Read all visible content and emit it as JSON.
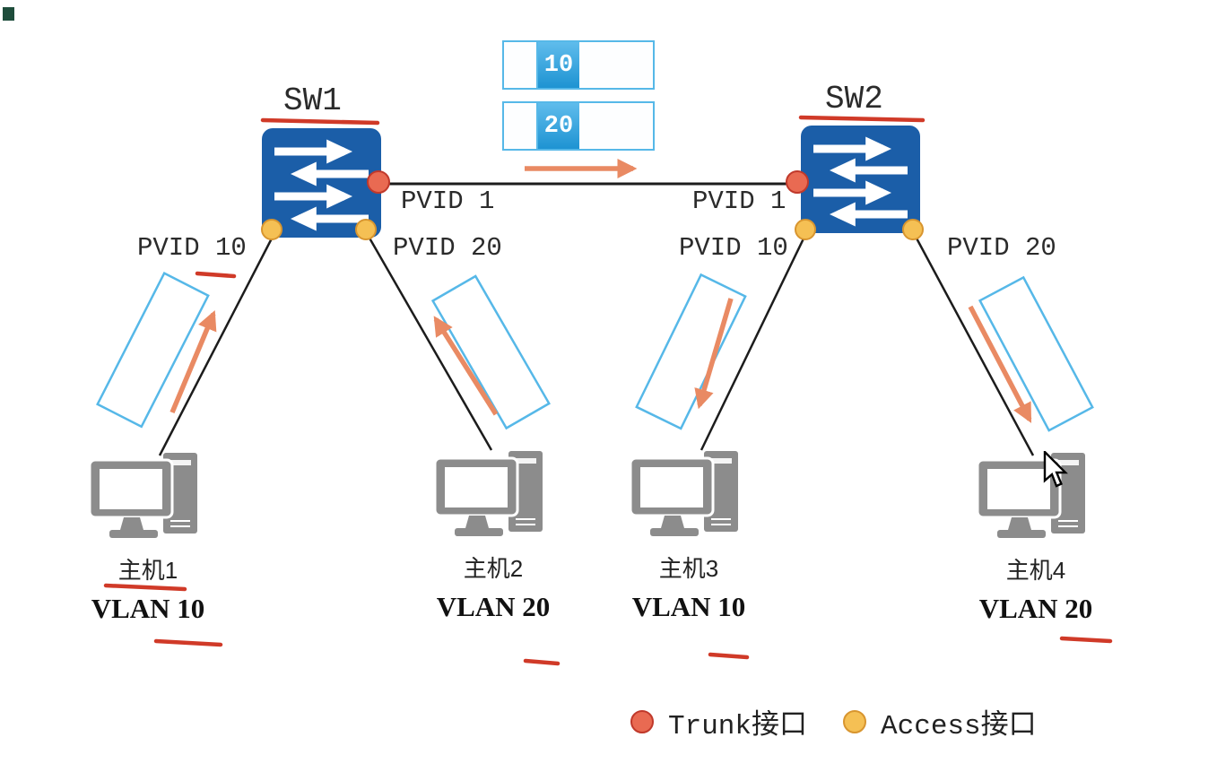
{
  "colors": {
    "switch_blue": "#1b5ea8",
    "frame_border": "#56b8e8",
    "tag_blue": "#1e93d2",
    "arrow_orange": "#e98a63",
    "trunk_port_fill": "#e96a52",
    "trunk_port_border": "#c0392b",
    "access_port_fill": "#f5c054",
    "access_port_border": "#d8952f",
    "annotation_red": "#d03a28",
    "line_black": "#1c1c1c",
    "host_gray": "#8c8c8c"
  },
  "switches": [
    {
      "id": "sw1",
      "label": "SW1"
    },
    {
      "id": "sw2",
      "label": "SW2"
    }
  ],
  "trunk": {
    "pvid_left": "PVID 1",
    "pvid_right": "PVID 1"
  },
  "access_ports": [
    {
      "label": "PVID 10"
    },
    {
      "label": "PVID 20"
    },
    {
      "label": "PVID 10"
    },
    {
      "label": "PVID 20"
    }
  ],
  "tagged_frames": [
    {
      "tag": "10"
    },
    {
      "tag": "20"
    }
  ],
  "hosts": [
    {
      "name": "主机1",
      "vlan": "VLAN 10"
    },
    {
      "name": "主机2",
      "vlan": "VLAN 20"
    },
    {
      "name": "主机3",
      "vlan": "VLAN 10"
    },
    {
      "name": "主机4",
      "vlan": "VLAN 20"
    }
  ],
  "legend": [
    {
      "label": "Trunk接口",
      "type": "trunk"
    },
    {
      "label": "Access接口",
      "type": "access"
    }
  ]
}
